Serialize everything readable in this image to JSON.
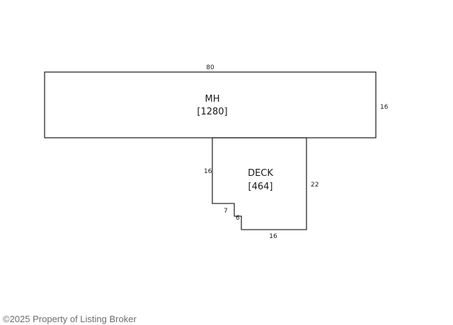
{
  "main_home": {
    "name": "MH",
    "area": "[1280]",
    "dim_top": "80",
    "dim_right": "16"
  },
  "deck": {
    "name": "DECK",
    "area": "[464]",
    "dim_left": "16",
    "dim_right": "22",
    "dim_notch_horizontal": "7",
    "dim_notch_vertical": "6",
    "dim_bottom": "16"
  },
  "footer": {
    "copyright": "©2025 Property of Listing Broker"
  },
  "colors": {
    "outline": "#2a2a2a",
    "text": "#1a1a1a",
    "watermark": "#6d6d6d"
  }
}
